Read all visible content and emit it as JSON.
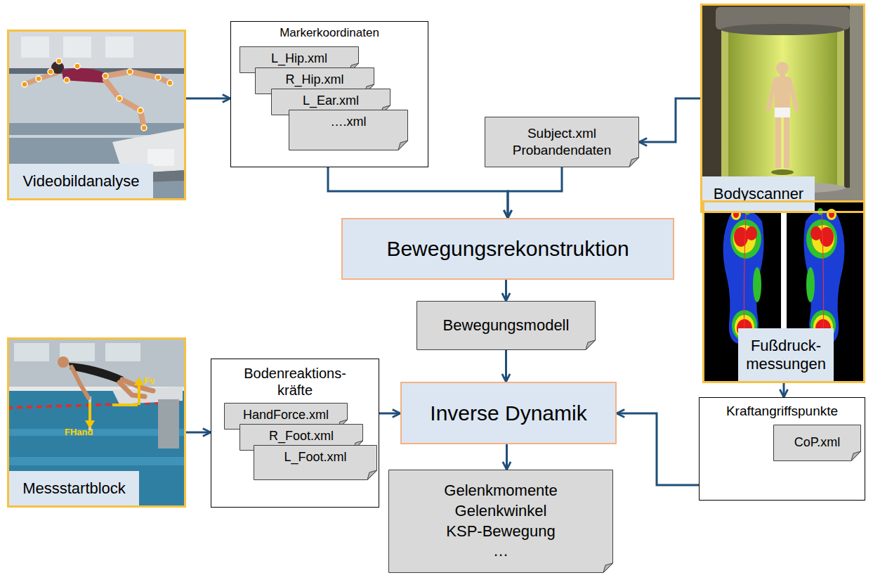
{
  "diagram": {
    "nodes": [
      {
        "text": [
          "Videobildanalyse"
        ]
      },
      {
        "text": [
          "Markerkoordinaten"
        ]
      },
      {
        "text": [
          "L_Hip.xml"
        ],
        "in": 1
      },
      {
        "text": [
          "R_Hip.xml"
        ],
        "in": 1
      },
      {
        "text": [
          "L_Ear.xml"
        ],
        "in": 1
      },
      {
        "text": [
          "….xml"
        ],
        "in": 1
      },
      {
        "text": [
          "Subject.xml Probandendaten"
        ]
      },
      {
        "text": [
          "Bodyscanner"
        ]
      },
      {
        "text": [
          "Bewegungsrekonstruktion"
        ]
      },
      {
        "text": [
          "Bewegungsmodell"
        ]
      },
      {
        "text": [
          "Messstartblock"
        ]
      },
      {
        "text": [
          "Bodenreaktions- kräfte"
        ]
      },
      {
        "text": [
          "HandForce.xml"
        ],
        "in": 11
      },
      {
        "text": [
          "R_Foot.xml"
        ],
        "in": 11
      },
      {
        "text": [
          "L_Foot.xml"
        ],
        "in": 11
      },
      {
        "text": [
          "Inverse Dynamik"
        ]
      },
      {
        "text": [
          "Fußdruck- messungen"
        ]
      },
      {
        "text": [
          "Kraftangriffspunkte"
        ]
      },
      {
        "text": [
          "CoP.xml"
        ],
        "in": 17
      },
      {
        "text": [
          "Gelenkmomente Gelenkwinkel KSP-Bewegung …"
        ]
      }
    ],
    "edges": [
      {
        "from": 0,
        "to": 1,
        "arrow": "to"
      },
      {
        "from": 1,
        "to": 8,
        "arrow": "to"
      },
      {
        "from": 6,
        "to": 8,
        "arrow": "to"
      },
      {
        "from": 7,
        "to": 6,
        "arrow": "to"
      },
      {
        "from": 8,
        "to": 9,
        "arrow": "to"
      },
      {
        "from": 9,
        "to": 15,
        "arrow": "to"
      },
      {
        "from": 10,
        "to": 11,
        "arrow": "to"
      },
      {
        "from": 11,
        "to": 15,
        "arrow": "to"
      },
      {
        "from": 16,
        "to": 17,
        "arrow": "to"
      },
      {
        "from": 17,
        "to": 15,
        "arrow": "to"
      },
      {
        "from": 15,
        "to": 19,
        "arrow": "to"
      }
    ],
    "labels": [
      "Fv",
      "FHand"
    ]
  }
}
